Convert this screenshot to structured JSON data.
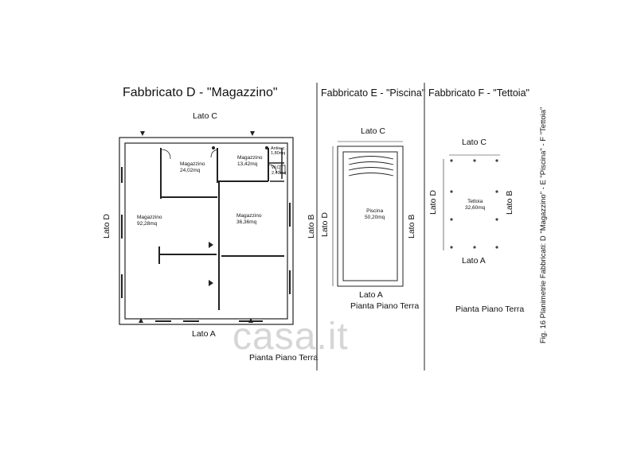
{
  "sections": {
    "d": {
      "title": "Fabbricato D - \"Magazzino\"",
      "lato_top": "Lato C",
      "lato_bottom": "Lato A",
      "lato_left": "Lato D",
      "lato_right": "Lato B",
      "floor": "Pianta Piano Terra",
      "rooms": [
        {
          "name": "Magazzino",
          "area": "24,02mq"
        },
        {
          "name": "Magazzino",
          "area": "13,42mq"
        },
        {
          "name": "Antiw.c.",
          "area": "1,80mq"
        },
        {
          "name": "W.C.",
          "area": "2,40mq"
        },
        {
          "name": "Magazzino",
          "area": "92,28mq"
        },
        {
          "name": "Magazzino",
          "area": "36,36mq"
        }
      ]
    },
    "e": {
      "title": "Fabbricato E - \"Piscina\"",
      "lato_top": "Lato C",
      "lato_bottom": "Lato A",
      "lato_left": "Lato D",
      "lato_right": "Lato B",
      "floor": "Pianta Piano Terra",
      "pool": {
        "name": "Piscina",
        "area": "50,20mq"
      }
    },
    "f": {
      "title": "Fabbricato F - \"Tettoia\"",
      "lato_top": "Lato C",
      "lato_bottom": "Lato A",
      "lato_left": "Lato D",
      "lato_right": "Lato B",
      "floor": "Pianta Piano Terra",
      "canopy": {
        "name": "Tettoia",
        "area": "32,60mq"
      }
    }
  },
  "caption": "Fig. 16 Planimetrie Fabbricati: D \"Magazzino\" - E \"Piscina\" - F \"Tettoia\"",
  "watermark": "casa.it"
}
